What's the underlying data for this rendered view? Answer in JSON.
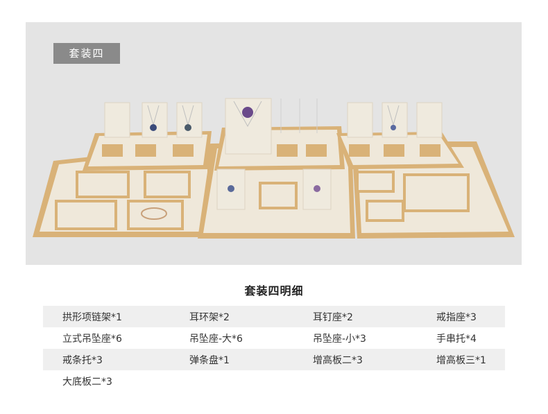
{
  "badge": "套装四",
  "colors": {
    "wood": "#d9b278",
    "board": "#efe8da",
    "photo_bg": "#e4e4e4",
    "badge_bg": "#8a8a8a"
  },
  "detail_title": "套装四明细",
  "items": [
    [
      "拱形项链架*1",
      "耳环架*2",
      "耳钉座*2",
      "戒指座*3"
    ],
    [
      "立式吊坠座*6",
      "吊坠座-大*6",
      "吊坠座-小*3",
      "手串托*4"
    ],
    [
      "戒条托*3",
      "弹条盘*1",
      "增高板二*3",
      "增高板三*1"
    ],
    [
      "大底板二*3",
      "",
      "",
      ""
    ]
  ]
}
